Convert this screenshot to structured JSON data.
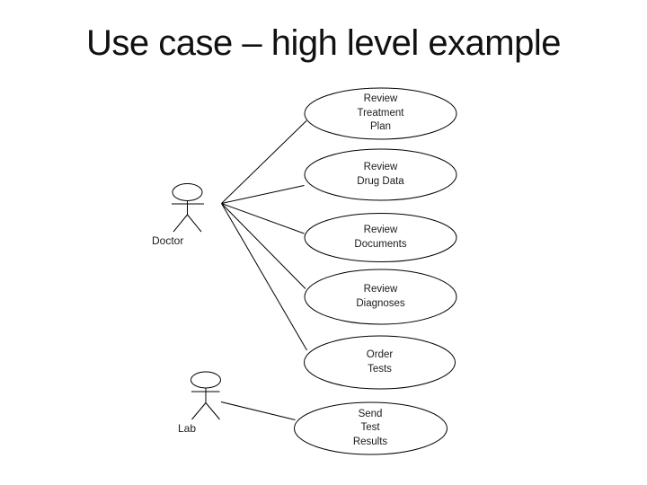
{
  "slide": {
    "title": "Use case – high level example",
    "background_color": "#ffffff",
    "title_color": "#111111",
    "line_color": "#000000",
    "text_color": "#1a1a1a"
  },
  "diagram": {
    "type": "uml-use-case",
    "actors": [
      {
        "id": "doctor",
        "label": "Doctor",
        "icon": "stick-figure-icon"
      },
      {
        "id": "lab",
        "label": "Lab",
        "icon": "stick-figure-icon"
      }
    ],
    "use_cases": [
      {
        "id": "review-treatment-plan",
        "lines": [
          "Review",
          "Treatment",
          "Plan"
        ]
      },
      {
        "id": "review-drug-data",
        "lines": [
          "Review",
          "Drug Data"
        ]
      },
      {
        "id": "review-documents",
        "lines": [
          "Review",
          "Documents"
        ]
      },
      {
        "id": "review-diagnoses",
        "lines": [
          "Review",
          "Diagnoses"
        ]
      },
      {
        "id": "order-tests",
        "lines": [
          "Order",
          "Tests"
        ]
      },
      {
        "id": "send-test-results",
        "lines": [
          "Send",
          "Test",
          "Results"
        ]
      }
    ],
    "associations": [
      {
        "from": "doctor",
        "to": "review-treatment-plan"
      },
      {
        "from": "doctor",
        "to": "review-drug-data"
      },
      {
        "from": "doctor",
        "to": "review-documents"
      },
      {
        "from": "doctor",
        "to": "review-diagnoses"
      },
      {
        "from": "doctor",
        "to": "order-tests"
      },
      {
        "from": "lab",
        "to": "send-test-results"
      }
    ]
  }
}
